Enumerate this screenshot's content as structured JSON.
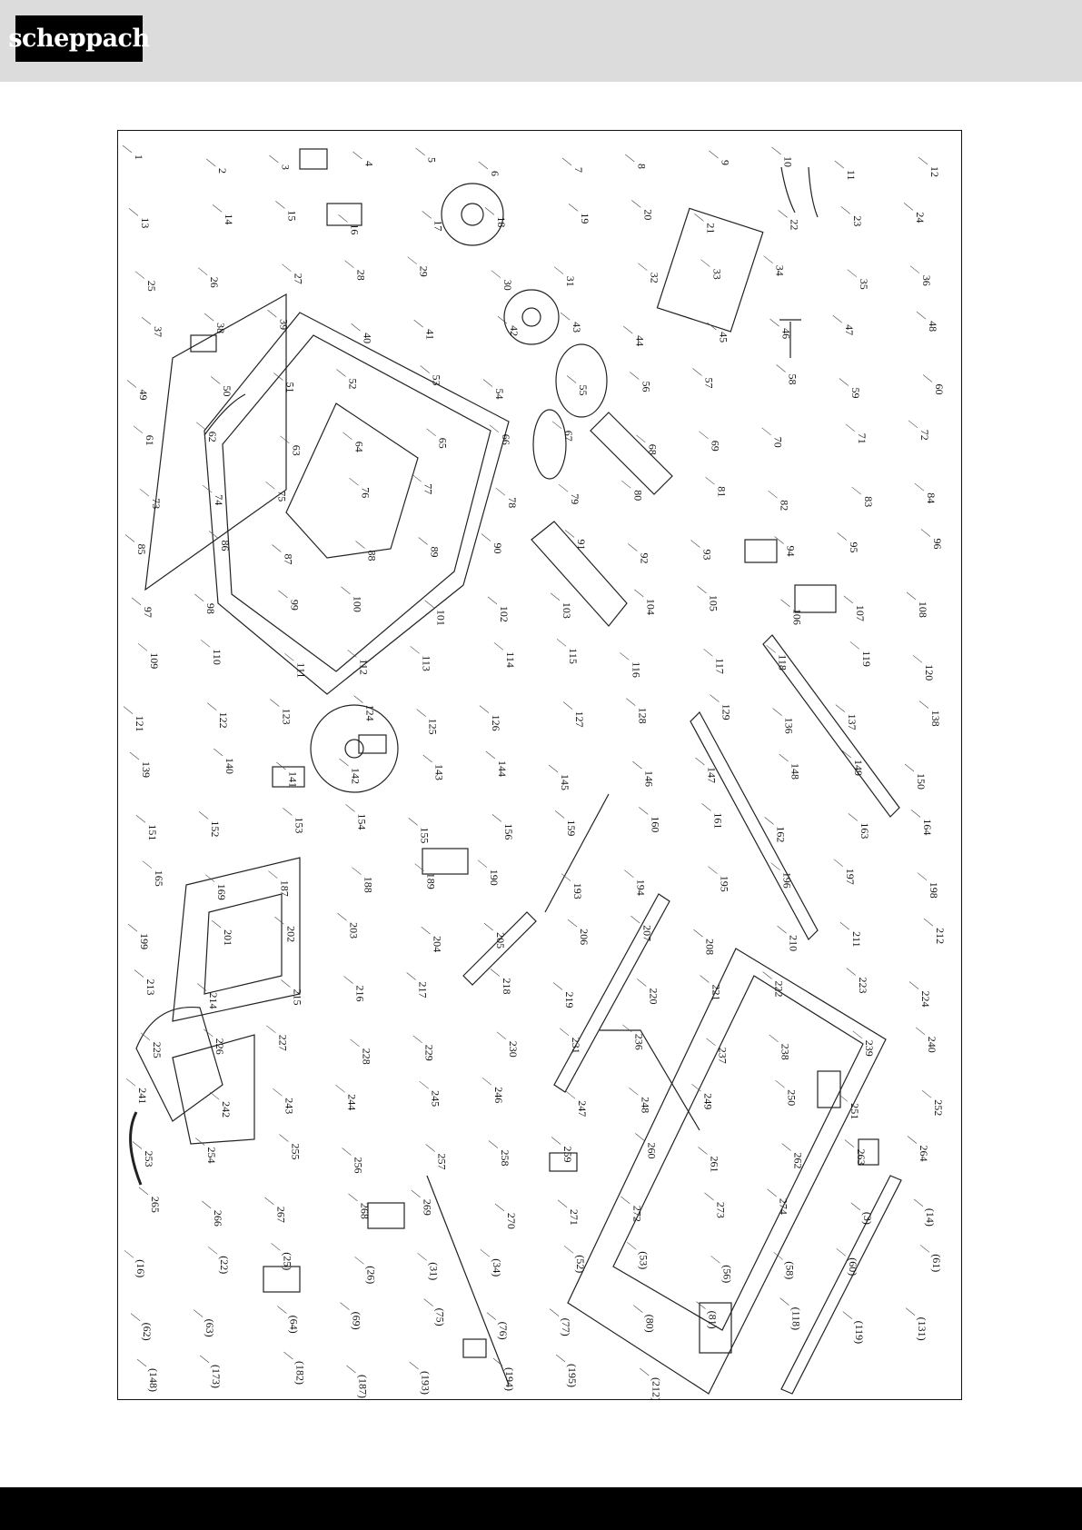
{
  "brand": {
    "logo_text": "scheppach",
    "logo_color": "#000000",
    "header_bg": "#dcdcdc",
    "footer_bg": "#000000"
  },
  "diagram": {
    "type": "exploded-parts-view",
    "part_labels": [
      "1",
      "2",
      "3",
      "4",
      "5",
      "6",
      "7",
      "8",
      "9",
      "10",
      "11",
      "12",
      "13",
      "14",
      "15",
      "16",
      "17",
      "18",
      "19",
      "20",
      "21",
      "22",
      "23",
      "24",
      "25",
      "26",
      "27",
      "28",
      "29",
      "30",
      "31",
      "32",
      "33",
      "34",
      "35",
      "36",
      "37",
      "38",
      "39",
      "40",
      "41",
      "42",
      "43",
      "44",
      "45",
      "46",
      "47",
      "48",
      "49",
      "50",
      "51",
      "52",
      "53",
      "54",
      "55",
      "56",
      "57",
      "58",
      "59",
      "60",
      "61",
      "62",
      "63",
      "64",
      "65",
      "66",
      "67",
      "68",
      "69",
      "70",
      "71",
      "72",
      "73",
      "74",
      "75",
      "76",
      "77",
      "78",
      "79",
      "80",
      "81",
      "82",
      "83",
      "84",
      "85",
      "86",
      "87",
      "88",
      "89",
      "90",
      "91",
      "92",
      "93",
      "94",
      "95",
      "96",
      "97",
      "98",
      "99",
      "100",
      "101",
      "102",
      "103",
      "104",
      "105",
      "106",
      "107",
      "108",
      "109",
      "110",
      "111",
      "112",
      "113",
      "114",
      "115",
      "116",
      "117",
      "118",
      "119",
      "120",
      "121",
      "122",
      "123",
      "124",
      "125",
      "126",
      "127",
      "128",
      "129",
      "136",
      "137",
      "138",
      "139",
      "140",
      "141",
      "142",
      "143",
      "144",
      "145",
      "146",
      "147",
      "148",
      "149",
      "150",
      "151",
      "152",
      "153",
      "154",
      "155",
      "156",
      "159",
      "160",
      "161",
      "162",
      "163",
      "164",
      "165",
      "169",
      "187",
      "188",
      "189",
      "190",
      "193",
      "194",
      "195",
      "196",
      "197",
      "198",
      "199",
      "201",
      "202",
      "203",
      "204",
      "205",
      "206",
      "207",
      "208",
      "210",
      "211",
      "212",
      "213",
      "214",
      "215",
      "216",
      "217",
      "218",
      "219",
      "220",
      "221",
      "222",
      "223",
      "224",
      "225",
      "226",
      "227",
      "228",
      "229",
      "230",
      "231",
      "236",
      "237",
      "238",
      "239",
      "240",
      "241",
      "242",
      "243",
      "244",
      "245",
      "246",
      "247",
      "248",
      "249",
      "250",
      "251",
      "252",
      "253",
      "254",
      "255",
      "256",
      "257",
      "258",
      "259",
      "260",
      "261",
      "262",
      "263",
      "264",
      "265",
      "266",
      "267",
      "268",
      "269",
      "270",
      "271",
      "272",
      "273",
      "274",
      "(3)",
      "(14)",
      "(16)",
      "(22)",
      "(25)",
      "(26)",
      "(31)",
      "(34)",
      "(52)",
      "(53)",
      "(56)",
      "(58)",
      "(60)",
      "(61)",
      "(62)",
      "(63)",
      "(64)",
      "(69)",
      "(75)",
      "(76)",
      "(77)",
      "(80)",
      "(81)",
      "(118)",
      "(119)",
      "(131)",
      "(148)",
      "(173)",
      "(182)",
      "(187)",
      "(193)",
      "(194)",
      "(195)",
      "(212)"
    ]
  }
}
